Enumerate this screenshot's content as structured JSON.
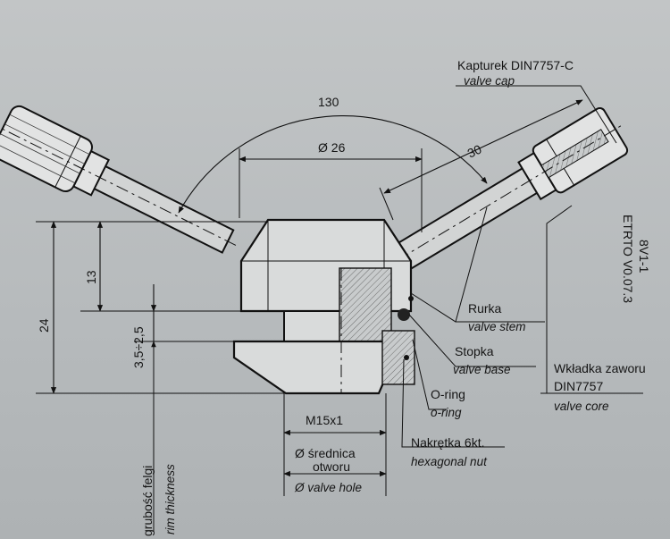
{
  "dimensions": {
    "angle": "130",
    "diameter_26": "Ø 26",
    "len_30": "30",
    "h_13": "13",
    "h_24": "24",
    "h_35": "3,5÷2,5",
    "thread": "M15x1",
    "hole_pl_1": "Ø  średnica",
    "hole_pl_2": "otworu",
    "hole_en": "Ø  valve hole"
  },
  "labels": {
    "cap_pl": "Kapturek DIN7757-C",
    "cap_en": "valve cap",
    "stem_pl": "Rurka",
    "stem_en": "valve stem",
    "base_pl": "Stopka",
    "base_en": "valve base",
    "oring_pl": "O-ring",
    "oring_en": "o-ring",
    "nut_pl": "Nakrętka 6kt.",
    "nut_en": "hexagonal nut",
    "core_pl_1": "Wkładka zaworu",
    "core_pl_2": "DIN7757",
    "core_en": "valve core",
    "rim_pl": "grubość felgi",
    "rim_en": "rim thickness",
    "etrto_1": "8V1-1",
    "etrto_2": "ETRTO V0.07.3"
  }
}
